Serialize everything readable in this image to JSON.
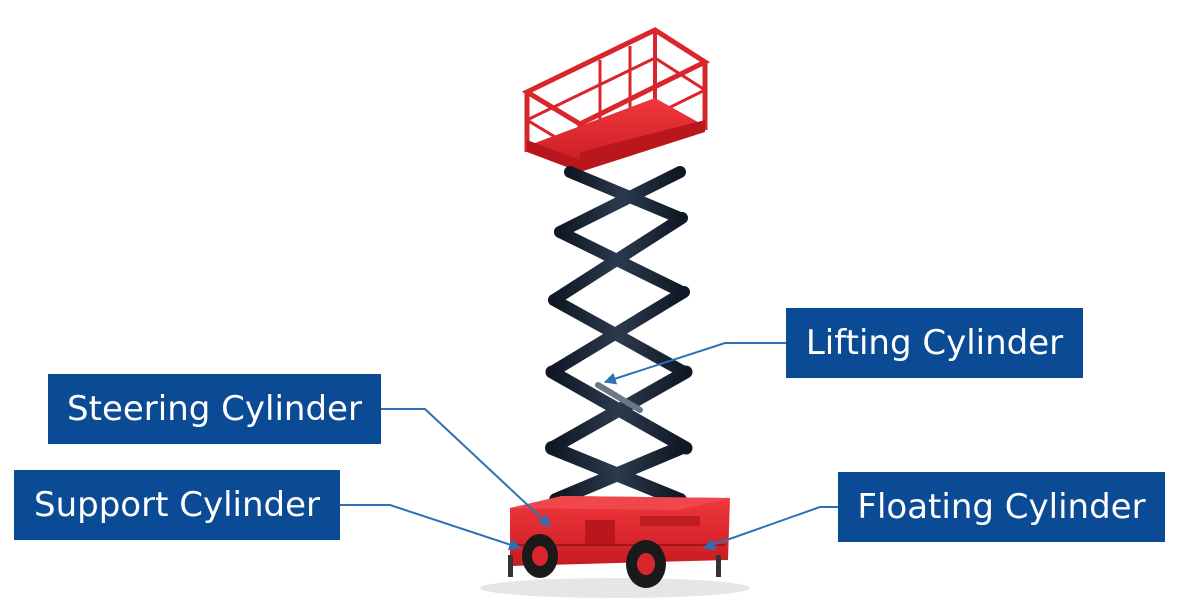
{
  "labels": {
    "lifting": "Lifting Cylinder",
    "steering": "Steering Cylinder",
    "support": "Support Cylinder",
    "floating": "Floating Cylinder"
  },
  "colors": {
    "label_background": "#0b4a95",
    "label_text": "#ffffff",
    "leader_line": "#2f6fb3",
    "platform_red": "#e2242b",
    "scissor_dark": "#1d2a3a",
    "tire_black": "#1a1a1a"
  }
}
